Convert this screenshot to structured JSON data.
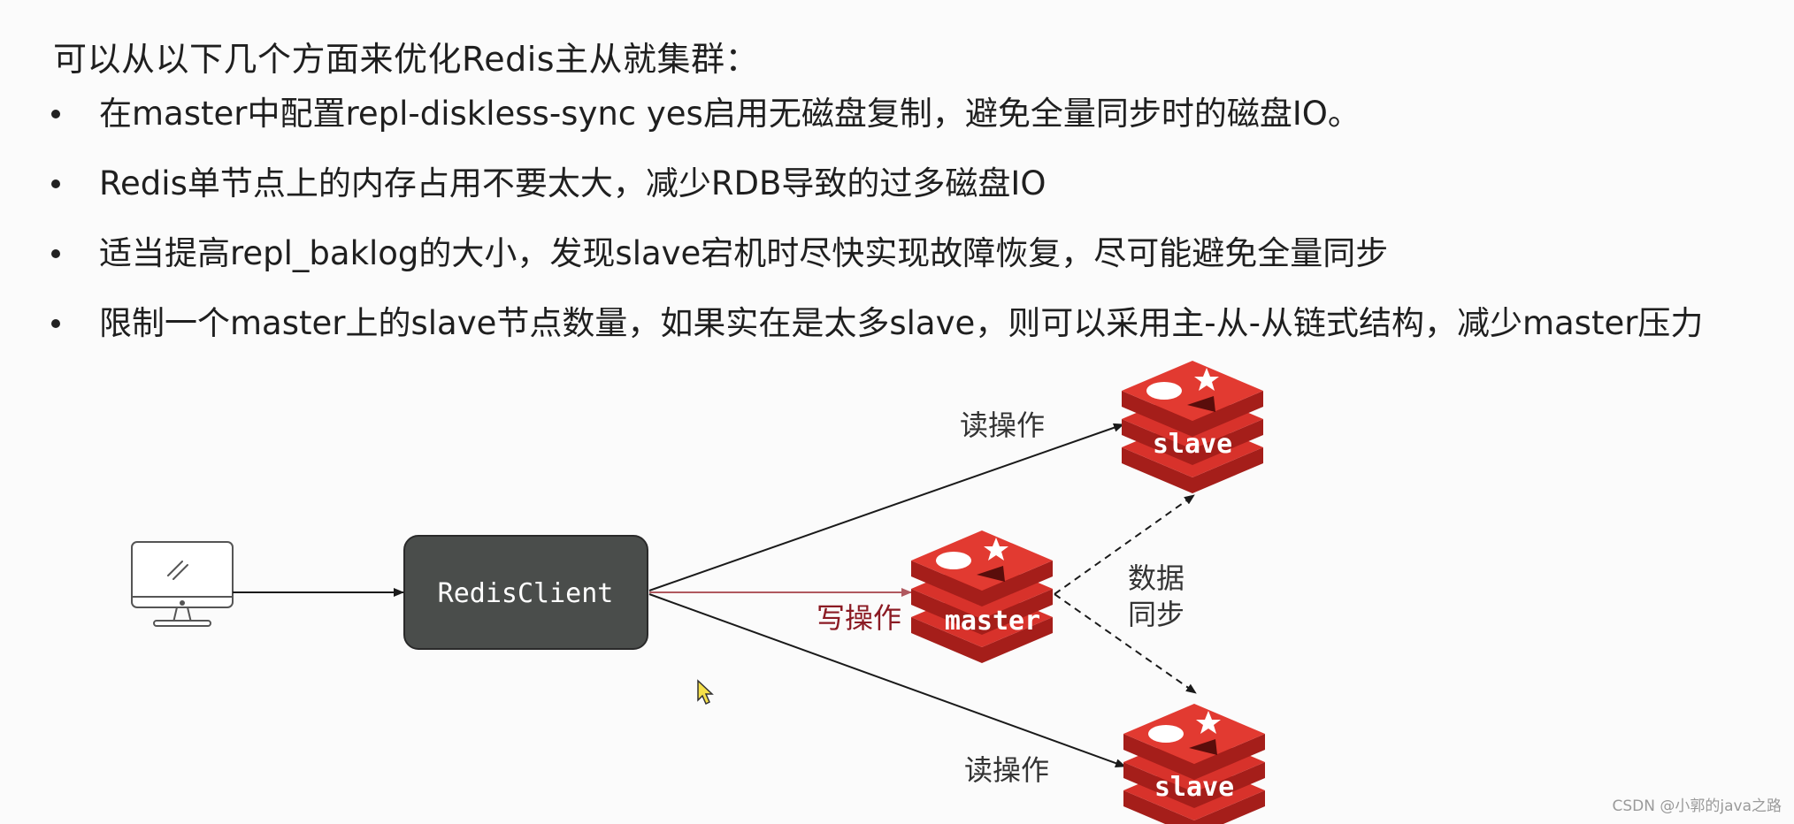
{
  "heading": "可以从以下几个方面来优化Redis主从就集群：",
  "bullets": [
    "在master中配置repl-diskless-sync yes启用无磁盘复制，避免全量同步时的磁盘IO。",
    "Redis单节点上的内存占用不要太大，减少RDB导致的过多磁盘IO",
    "适当提高repl_baklog的大小，发现slave宕机时尽快实现故障恢复，尽可能避免全量同步",
    "限制一个master上的slave节点数量，如果实在是太多slave，则可以采用主-从-从链式结构，减少master压力"
  ],
  "diagram": {
    "client_label": "RedisClient",
    "master_label": "master",
    "slave_top_label": "slave",
    "slave_bottom_label": "slave",
    "read_op_top": "读操作",
    "read_op_bottom": "读操作",
    "write_op": "写操作",
    "sync_line1": "数据",
    "sync_line2": "同步",
    "icons": {
      "computer": "computer-icon",
      "redis": "redis-logo-icon",
      "cursor": "mouse-cursor-icon"
    },
    "colors": {
      "redis_red": "#d8322b",
      "redis_dark": "#a51e1a",
      "client_box": "#4a4d4b",
      "write_arrow": "#b0585f",
      "write_label": "#8b1a23"
    }
  },
  "watermark": "CSDN @小郭的java之路"
}
